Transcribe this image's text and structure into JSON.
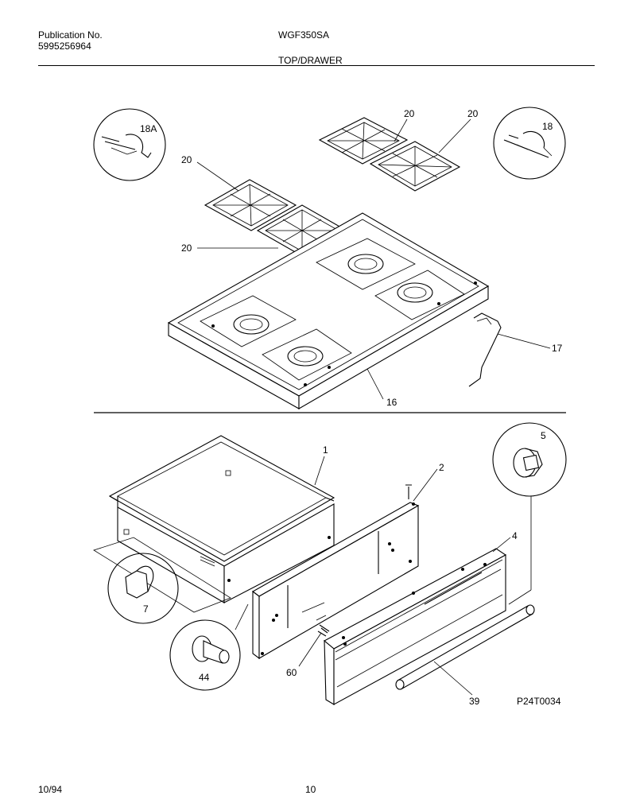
{
  "header": {
    "publication_label": "Publication No.",
    "publication_number": "5995256964",
    "model": "WGF350SA",
    "section_title": "TOP/DRAWER"
  },
  "callouts": {
    "p18a": "18A",
    "p18": "18",
    "p20": "20",
    "p17": "17",
    "p16": "16",
    "p5": "5",
    "p1": "1",
    "p2": "2",
    "p4": "4",
    "p7": "7",
    "p44": "44",
    "p60": "60",
    "p39": "39"
  },
  "diagram_code": "P24T0034",
  "footer": {
    "date": "10/94",
    "page": "10"
  }
}
